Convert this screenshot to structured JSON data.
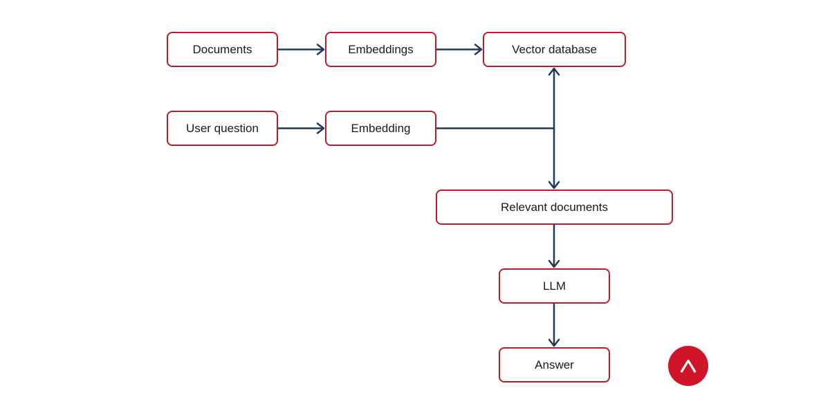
{
  "diagram": {
    "nodes": {
      "documents": "Documents",
      "embeddings": "Embeddings",
      "vector_database": "Vector database",
      "user_question": "User question",
      "embedding": "Embedding",
      "relevant_documents": "Relevant documents",
      "llm": "LLM",
      "answer": "Answer"
    },
    "edges": [
      {
        "from": "Documents",
        "to": "Embeddings"
      },
      {
        "from": "Embeddings",
        "to": "Vector database"
      },
      {
        "from": "User question",
        "to": "Embedding"
      },
      {
        "from": "Embedding",
        "to": "Vector database"
      },
      {
        "from": "Embedding",
        "to": "Relevant documents"
      },
      {
        "from": "Relevant documents",
        "to": "LLM"
      },
      {
        "from": "LLM",
        "to": "Answer"
      }
    ],
    "colors": {
      "node_border": "#c0182c",
      "connector": "#1f3a55",
      "logo_background": "#d0152b"
    }
  },
  "logo": {
    "icon": "caret-up-logo-icon"
  }
}
